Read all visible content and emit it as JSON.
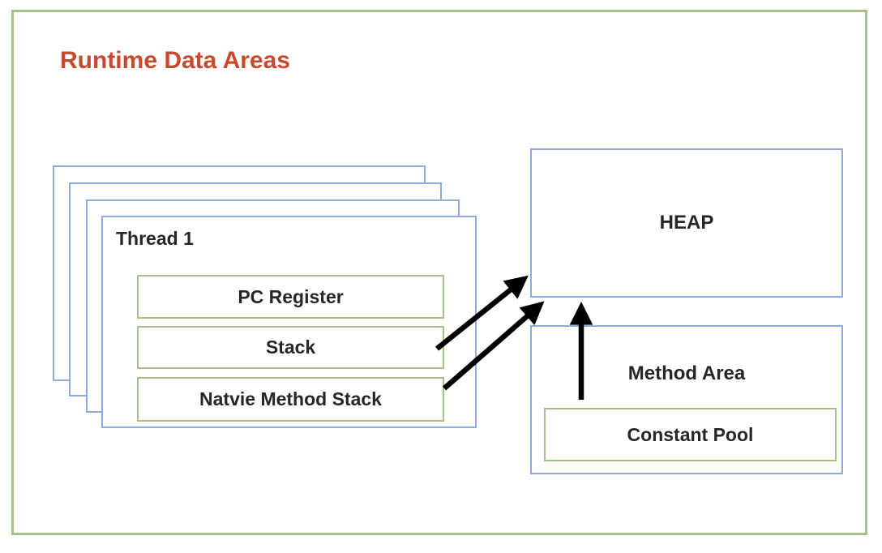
{
  "diagram": {
    "title": "Runtime Data Areas",
    "thread_stack": {
      "label": "Thread 1",
      "stacked_box_count": 4,
      "components": [
        "PC Register",
        "Stack",
        "Natvie Method Stack"
      ]
    },
    "heap": {
      "label": "HEAP"
    },
    "method_area": {
      "label": "Method Area",
      "constant_pool_label": "Constant Pool"
    },
    "arrows": [
      {
        "from": "Stack",
        "to": "HEAP"
      },
      {
        "from": "Natvie Method Stack",
        "to": "HEAP"
      },
      {
        "from": "Constant Pool",
        "to": "HEAP"
      }
    ],
    "colors": {
      "box_blue": "#8FAADC",
      "box_green": "#A6C08A",
      "title_red": "#C9492E",
      "arrow_black": "#000000",
      "text_dark": "#262626",
      "bg": "#FFFFFF"
    }
  }
}
